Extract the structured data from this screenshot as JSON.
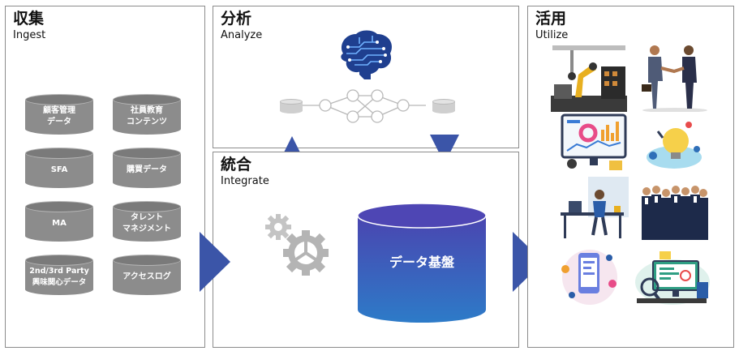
{
  "ingest": {
    "title": "収集",
    "subtitle": "Ingest",
    "sources": [
      "顧客管理\nデータ",
      "社員教育\nコンテンツ",
      "SFA",
      "購買データ",
      "MA",
      "タレント\nマネジメント",
      "2nd/3rd Party\n興味関心データ",
      "アクセスログ"
    ]
  },
  "analyze": {
    "title": "分析",
    "subtitle": "Analyze"
  },
  "integrate": {
    "title": "統合",
    "subtitle": "Integrate",
    "db_label": "データ基盤"
  },
  "utilize": {
    "title": "活用",
    "subtitle": "Utilize"
  },
  "colors": {
    "arrow": "#3b55a8",
    "db_top": "#4a52b5",
    "db_bottom": "#2d78c8",
    "panel_border": "#8c8c8c",
    "source_db": "#8c8c8c"
  },
  "icons": [
    "brain-circuit-icon",
    "gear-icon",
    "factory-robot-icon",
    "handshake-icon",
    "dashboard-icon",
    "lightbulb-icon",
    "desk-worker-icon",
    "team-icon",
    "mobile-app-icon",
    "monitor-analytics-icon"
  ]
}
